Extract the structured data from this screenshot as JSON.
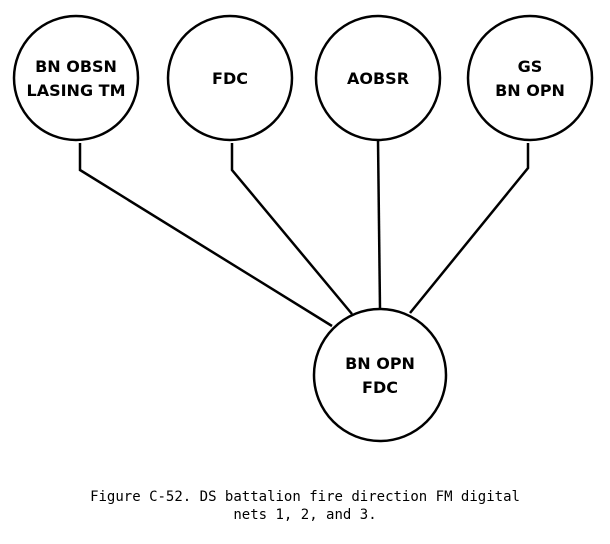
{
  "nodes": [
    {
      "id": "bn-obsn-lasing-tm",
      "lines": [
        "BN OBSN",
        "LASING TM"
      ]
    },
    {
      "id": "fdc",
      "lines": [
        "FDC"
      ]
    },
    {
      "id": "aobsr",
      "lines": [
        "AOBSR"
      ]
    },
    {
      "id": "gs-bn-opn",
      "lines": [
        "GS",
        "BN OPN"
      ]
    },
    {
      "id": "bn-opn-fdc",
      "lines": [
        "BN OPN",
        "FDC"
      ]
    }
  ],
  "edges": [
    {
      "from": "bn-obsn-lasing-tm",
      "to": "bn-opn-fdc"
    },
    {
      "from": "fdc",
      "to": "bn-opn-fdc"
    },
    {
      "from": "aobsr",
      "to": "bn-opn-fdc"
    },
    {
      "from": "gs-bn-opn",
      "to": "bn-opn-fdc"
    }
  ],
  "caption": {
    "line1": "Figure C-52. DS battalion fire direction FM digital",
    "line2": "nets 1, 2, and 3."
  }
}
